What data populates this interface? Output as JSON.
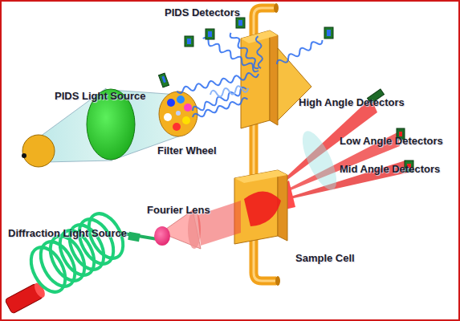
{
  "diagram": {
    "labels": [
      "PIDS Detectors",
      "PIDS Light Source",
      "Filter Wheel",
      "High Angle Detectors",
      "Low Angle Detectors",
      "Mid Angle Detectors",
      "Fourier Lens",
      "Diffraction Light Source",
      "Sample Cell"
    ]
  }
}
